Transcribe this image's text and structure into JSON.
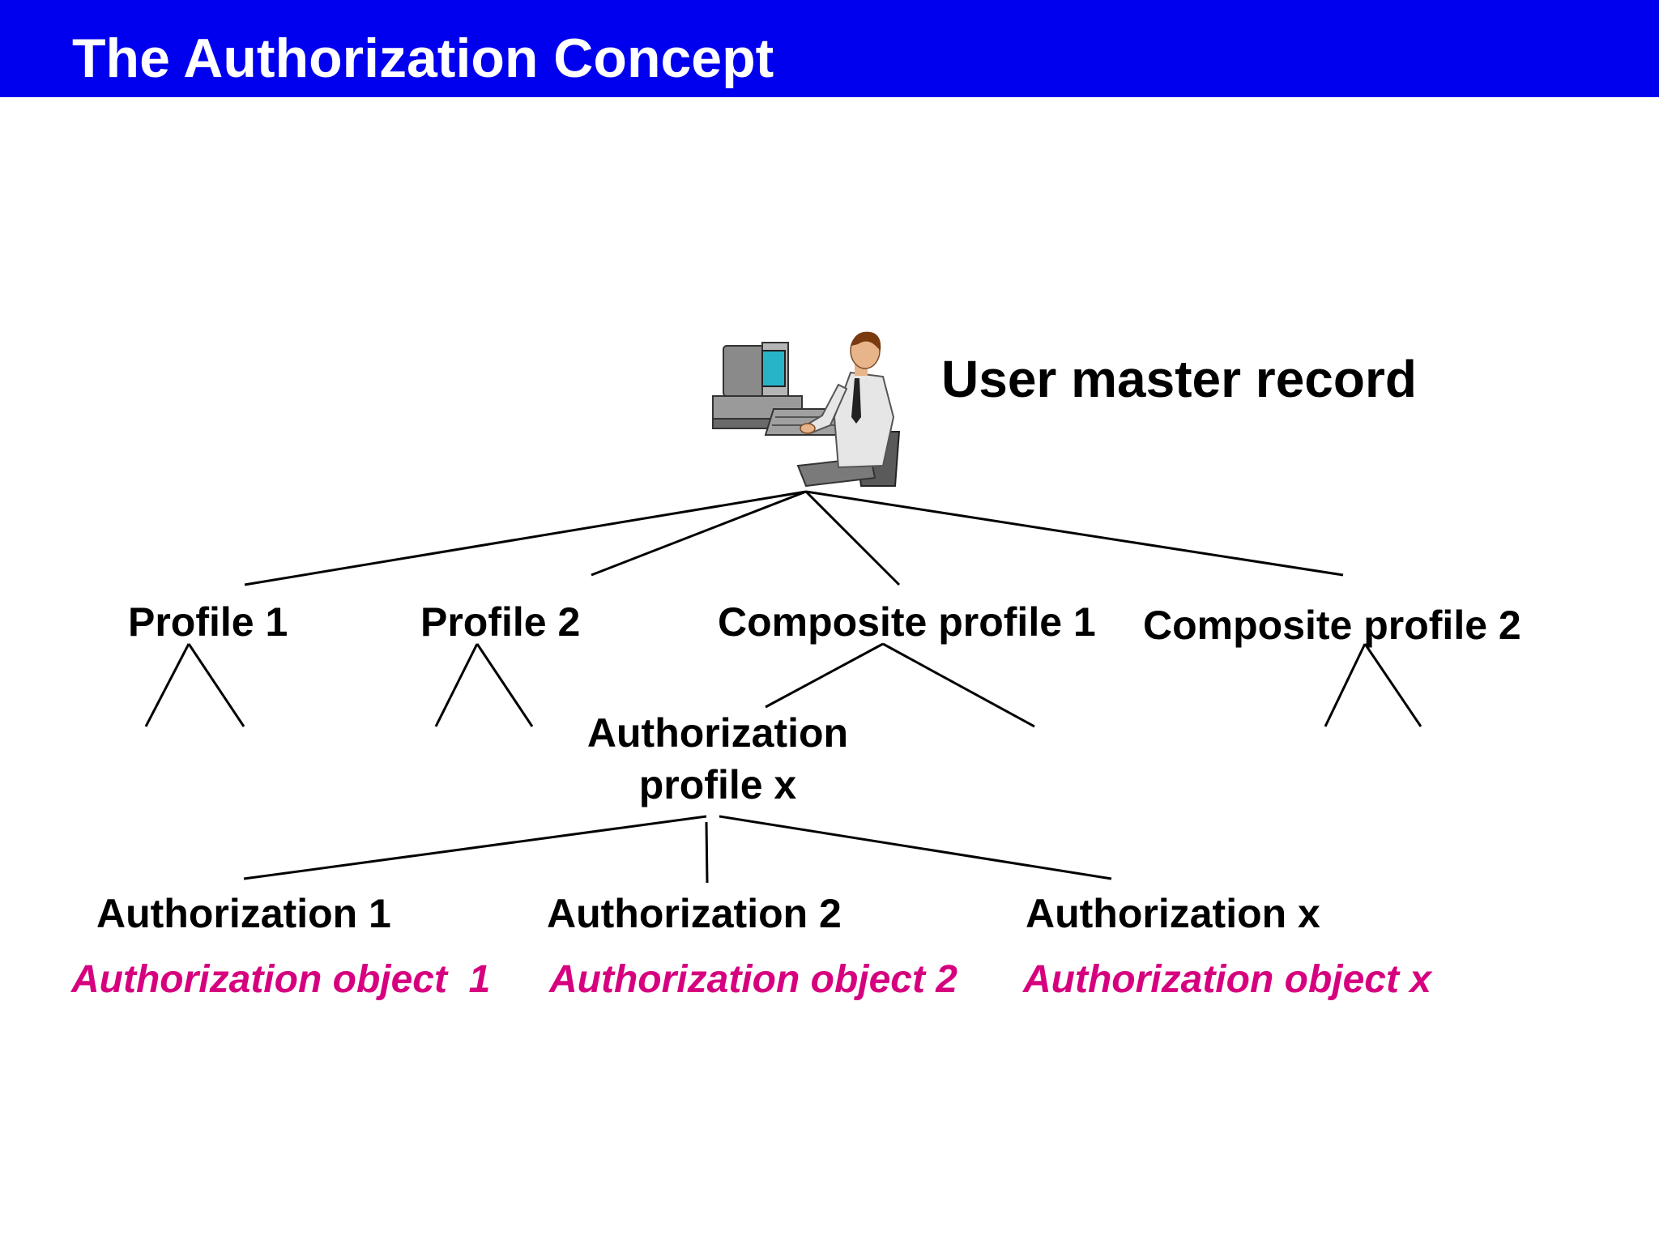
{
  "header": {
    "title": "The Authorization Concept"
  },
  "colors": {
    "header_bg": "#0000ee",
    "header_text": "#ffffff",
    "object_text": "#d6007f",
    "line": "#000000"
  },
  "root": {
    "label": "User master record",
    "icon": "user-at-computer-icon"
  },
  "profiles": [
    {
      "label": "Profile 1"
    },
    {
      "label": "Profile 2"
    },
    {
      "label": "Composite profile 1"
    },
    {
      "label": "Composite profile 2"
    }
  ],
  "auth_profile": {
    "line1": "Authorization",
    "line2": "profile x"
  },
  "authorizations": [
    {
      "label": "Authorization 1",
      "object": "Authorization object  1"
    },
    {
      "label": "Authorization 2",
      "object": "Authorization object 2"
    },
    {
      "label": "Authorization x",
      "object": "Authorization object x"
    }
  ]
}
